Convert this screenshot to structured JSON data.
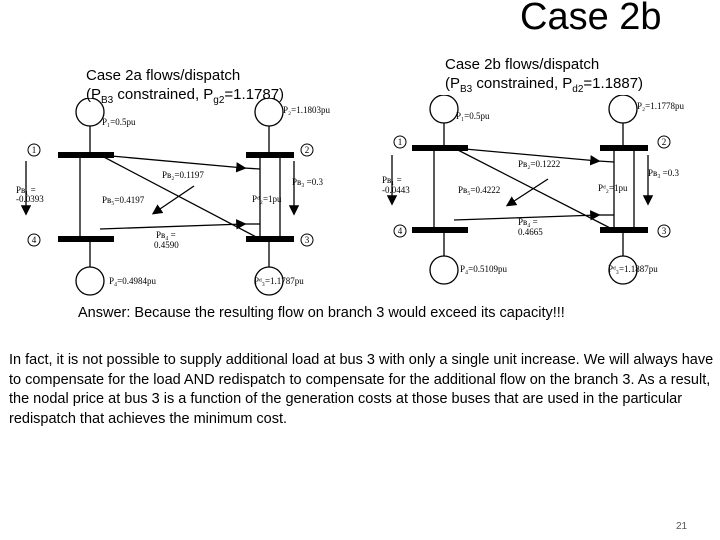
{
  "slide": {
    "title": "Case 2b",
    "page_number": "21"
  },
  "left": {
    "caption_line1": "Case 2a flows/dispatch",
    "caption_open": "(P",
    "caption_sub1": "B3",
    "caption_mid": " constrained, P",
    "caption_sub2": "g2",
    "caption_end": "=1.1787)",
    "labels": {
      "n1": "1",
      "n2": "2",
      "n3": "3",
      "n4": "4",
      "pg1": "P₁=0.5pu",
      "pg2": "P₂=1.1803pu",
      "pb2": "Pʙ₂=0.1197",
      "pb5": "Pʙ₅=0.4197",
      "pb1_name": "Pʙ₁ =",
      "pb1_val": "-0.0393",
      "pb3": "Pʙ₃ =0.3",
      "pd2": "Pᵈ₂=1pu",
      "pb4_name": "Pʙ₄ =",
      "pb4_val": "0.4590",
      "pg4": "P₄=0.4984pu",
      "pd3": "Pᵈ₃=1.1787pu"
    }
  },
  "right": {
    "caption_line1": "Case 2b flows/dispatch",
    "caption_open": "(P",
    "caption_sub1": "B3",
    "caption_mid": " constrained, P",
    "caption_sub2": "d2",
    "caption_end": "=1.1887)",
    "labels": {
      "n1": "1",
      "n2": "2",
      "n3": "3",
      "n4": "4",
      "pg1": "P₁=0.5pu",
      "pg2": "P₂=1.1778pu",
      "pb2": "Pʙ₂=0.1222",
      "pb5": "Pʙ₅=0.4222",
      "pb1_name": "Pʙ₁ =",
      "pb1_val": "-0.0443",
      "pb3": "Pʙ₃ =0.3",
      "pd2": "Pᵈ₂=1pu",
      "pb4_name": "Pʙ₄ =",
      "pb4_val": "0.4665",
      "pg4": "P₄=0.5109pu",
      "pd3": "Pᵈ₃=1.1887pu"
    }
  },
  "answer": "Answer: Because the resulting flow on branch 3 would exceed its capacity!!!",
  "paragraph": "In fact, it is not possible to supply additional load at bus 3 with only a single unit increase. We will always have to compensate for the load AND redispatch to compensate for the additional flow on the branch 3. As a result, the nodal price at bus 3 is a function of the generation costs at those buses that are used in the particular redispatch that achieves the minimum cost."
}
